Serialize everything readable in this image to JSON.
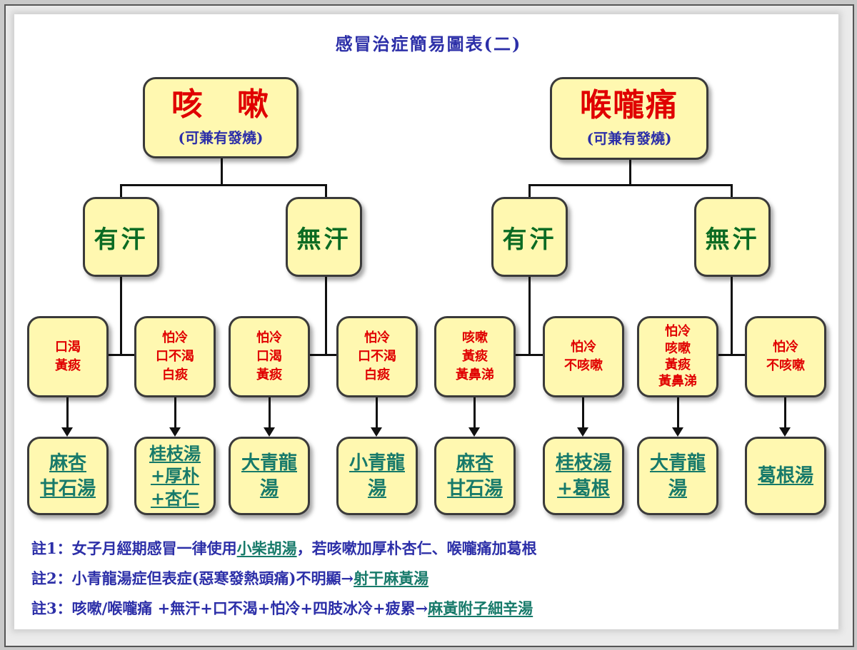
{
  "title": "感冒治症簡易圖表(二)",
  "colors": {
    "box_fill": "#fff8b0",
    "title_red": "#e00000",
    "text_blue": "#2c2fa8",
    "sweat_green": "#0b6b23",
    "remedy_teal": "#177a6a"
  },
  "groups": [
    {
      "title": "咳　嗽",
      "subtitle": "(可兼有發燒)",
      "branches": [
        {
          "label": "有汗",
          "cases": [
            {
              "symptoms": "口渴\n黃痰",
              "remedy": [
                "麻杏",
                "甘石湯"
              ]
            },
            {
              "symptoms": "怕冷\n口不渴\n白痰",
              "remedy": [
                "桂枝湯",
                "+厚朴",
                "+杏仁"
              ]
            }
          ]
        },
        {
          "label": "無汗",
          "cases": [
            {
              "symptoms": "怕冷\n口渴\n黃痰",
              "remedy": [
                "大青龍",
                "湯"
              ]
            },
            {
              "symptoms": "怕冷\n口不渴\n白痰",
              "remedy": [
                "小青龍",
                "湯"
              ]
            }
          ]
        }
      ]
    },
    {
      "title": "喉嚨痛",
      "subtitle": "(可兼有發燒)",
      "branches": [
        {
          "label": "有汗",
          "cases": [
            {
              "symptoms": "咳嗽\n黃痰\n黃鼻涕",
              "remedy": [
                "麻杏",
                "甘石湯"
              ]
            },
            {
              "symptoms": "怕冷\n不咳嗽",
              "remedy": [
                "桂枝湯",
                "+葛根"
              ]
            }
          ]
        },
        {
          "label": "無汗",
          "cases": [
            {
              "symptoms": "怕冷\n咳嗽\n黃痰\n黃鼻涕",
              "remedy": [
                "大青龍",
                "湯"
              ]
            },
            {
              "symptoms": "怕冷\n不咳嗽",
              "remedy": [
                "葛根湯"
              ]
            }
          ]
        }
      ]
    }
  ],
  "notes": [
    {
      "prefix": "註1：女子月經期感冒一律使用",
      "link": "小柴胡湯",
      "suffix": "，若咳嗽加厚朴杏仁、喉嚨痛加葛根"
    },
    {
      "prefix": "註2：小青龍湯症但表症(惡寒發熱頭痛)不明顯→",
      "link": "射干麻黃湯",
      "suffix": ""
    },
    {
      "prefix": "註3：咳嗽/喉嚨痛 +無汗+口不渴+怕冷+四肢冰冷+疲累→",
      "link": "麻黃附子細辛湯",
      "suffix": ""
    }
  ]
}
